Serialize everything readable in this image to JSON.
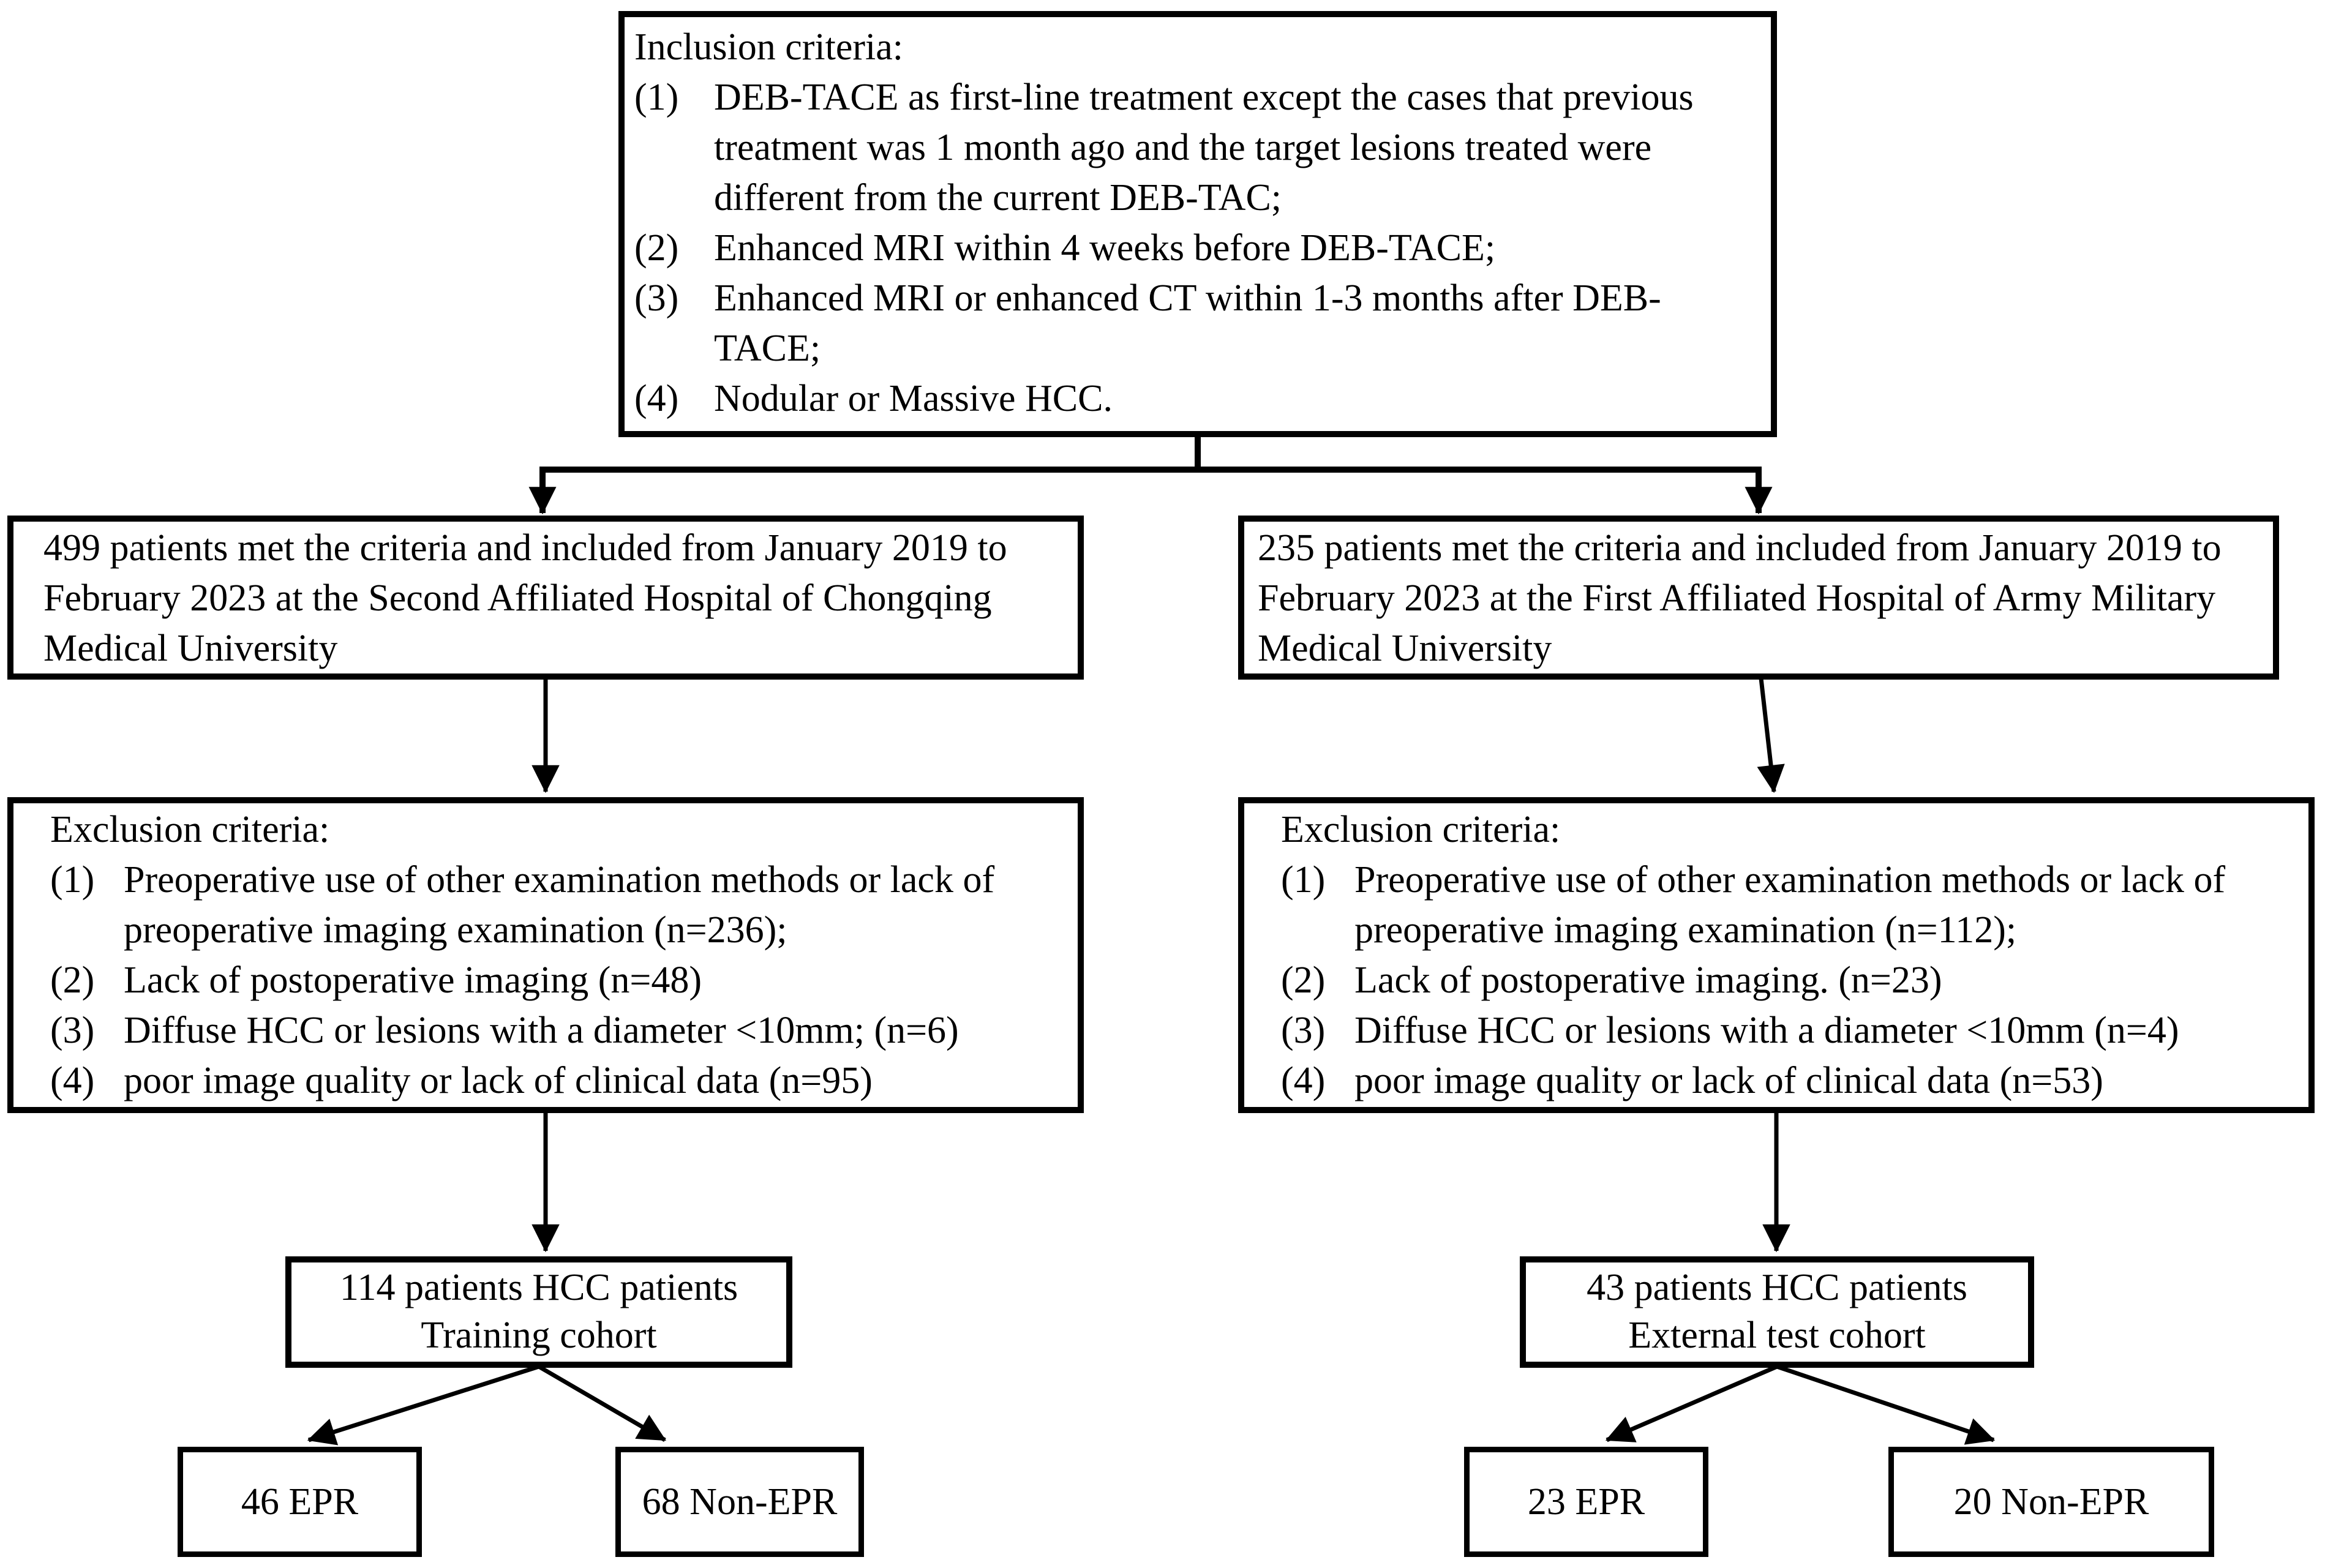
{
  "diagram": {
    "inclusion_box": {
      "title": "Inclusion criteria:",
      "items": [
        {
          "num": "(1)",
          "text": "DEB-TACE as first-line treatment except the cases that previous treatment was 1 month ago and the target lesions treated were different from the current DEB-TAC;"
        },
        {
          "num": "(2)",
          "text": "Enhanced MRI within 4 weeks before DEB-TACE;"
        },
        {
          "num": "(3)",
          "text": "Enhanced MRI or enhanced CT within 1-3 months after DEB-TACE;"
        },
        {
          "num": "(4)",
          "text": "Nodular or Massive HCC."
        }
      ]
    },
    "left": {
      "included_box": "499 patients met the criteria and included from January 2019 to February 2023 at the Second Affiliated Hospital of Chongqing Medical University",
      "exclusion_box": {
        "title": "Exclusion criteria:",
        "items": [
          {
            "num": "(1)",
            "text": "Preoperative use of other examination methods or lack of preoperative imaging examination (n=236);"
          },
          {
            "num": "(2)",
            "text": "Lack of postoperative imaging (n=48)"
          },
          {
            "num": "(3)",
            "text": "Diffuse HCC or lesions with a diameter <10mm; (n=6)"
          },
          {
            "num": "(4)",
            "text": "poor image quality or lack of clinical data (n=95)"
          }
        ]
      },
      "cohort_box": {
        "line1": "114 patients HCC patients",
        "line2": "Training cohort"
      },
      "epr_box": "46 EPR",
      "non_epr_box": "68 Non-EPR"
    },
    "right": {
      "included_box": "235 patients met the criteria and included from January 2019 to February 2023 at the First Affiliated Hospital of Army Military Medical University",
      "exclusion_box": {
        "title": "Exclusion criteria:",
        "items": [
          {
            "num": "(1)",
            "text": "Preoperative use of other examination methods or lack of preoperative imaging examination (n=112);"
          },
          {
            "num": "(2)",
            "text": "Lack of postoperative imaging. (n=23)"
          },
          {
            "num": "(3)",
            "text": "Diffuse HCC or lesions with a diameter <10mm (n=4)"
          },
          {
            "num": "(4)",
            "text": "poor image quality or lack of clinical data (n=53)"
          }
        ]
      },
      "cohort_box": {
        "line1": "43 patients HCC patients",
        "line2": "External test cohort"
      },
      "epr_box": "23 EPR",
      "non_epr_box": "20 Non-EPR"
    },
    "colors": {
      "line": "#000000",
      "background": "#ffffff"
    }
  }
}
